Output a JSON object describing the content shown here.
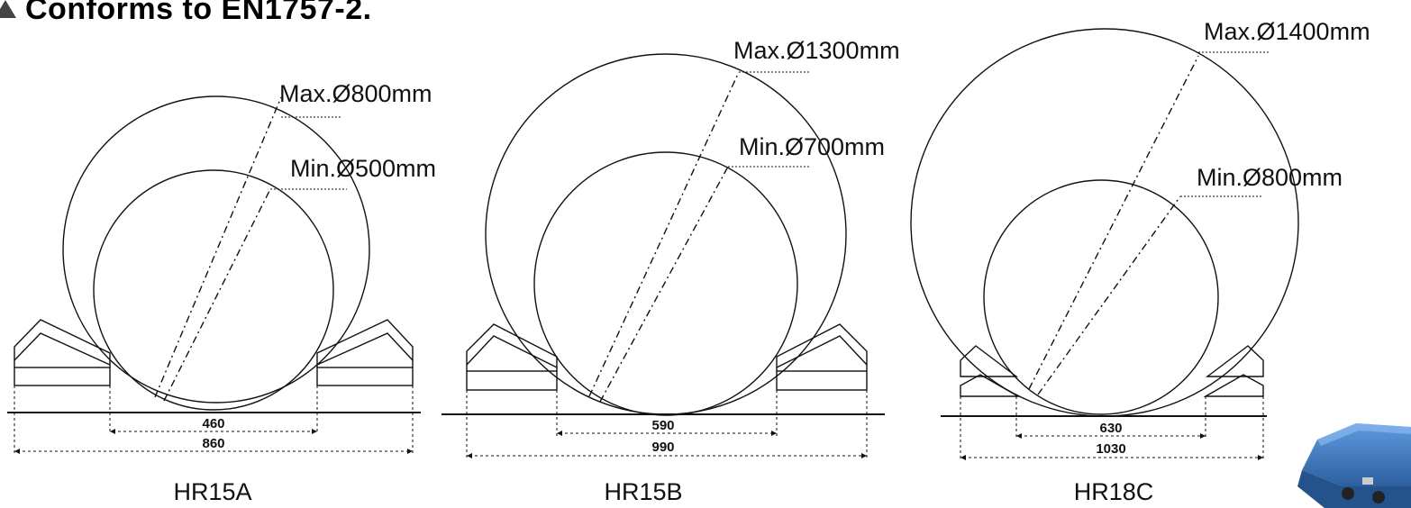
{
  "heading": "Conforms to EN1757-2.",
  "models": [
    {
      "name": "HR15A",
      "max_label": "Max.Ø800mm",
      "min_label": "Min.Ø500mm",
      "inner_width": "460",
      "outer_width": "860"
    },
    {
      "name": "HR15B",
      "max_label": "Max.Ø1300mm",
      "min_label": "Min.Ø700mm",
      "inner_width": "590",
      "outer_width": "990"
    },
    {
      "name": "HR18C",
      "max_label": "Max.Ø1400mm",
      "min_label": "Min.Ø800mm",
      "inner_width": "630",
      "outer_width": "1030"
    }
  ],
  "colors": {
    "line": "#111111",
    "product_blue": "#3a78c4"
  }
}
